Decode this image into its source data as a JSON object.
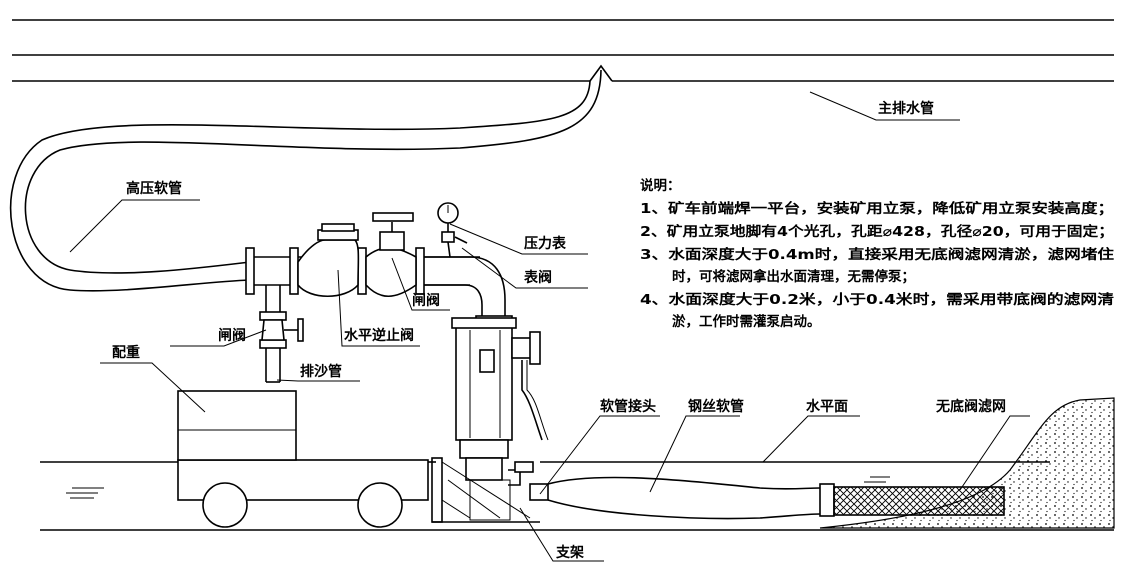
{
  "labels": {
    "main_drain_pipe": "主排水管",
    "high_pressure_hose": "高压软管",
    "pressure_gauge": "压力表",
    "gauge_valve": "表阀",
    "gate_valve_top": "闸阀",
    "horizontal_check_valve": "水平逆止阀",
    "gate_valve_left": "闸阀",
    "counterweight": "配重",
    "sand_discharge_pipe": "排沙管",
    "hose_joint": "软管接头",
    "steel_wire_hose": "钢丝软管",
    "water_level": "水平面",
    "bottomless_valve_filter": "无底阀滤网",
    "bracket": "支架"
  },
  "notes": {
    "title": "说明：",
    "line1": "1、矿车前端焊一平台，安装矿用立泵，降低矿用立泵安装高度；",
    "line2": "2、矿用立泵地脚有4个光孔，孔距⌀428，孔径⌀20，可用于固定；",
    "line3a": "3、水面深度大于0.4m时，直接采用无底阀滤网清淤，滤网堵住",
    "line3b": "时，可将滤网拿出水面清理，无需停泵；",
    "line4a": "4、水面深度大于0.2米，小于0.4米时，需采用带底阀的滤网清",
    "line4b": "淤，工作时需灌泵启动。"
  },
  "icons": [
    "pump-icon",
    "check-valve-icon",
    "gate-valve-icon",
    "pressure-gauge-icon",
    "mine-cart-icon",
    "filter-screen-icon"
  ]
}
